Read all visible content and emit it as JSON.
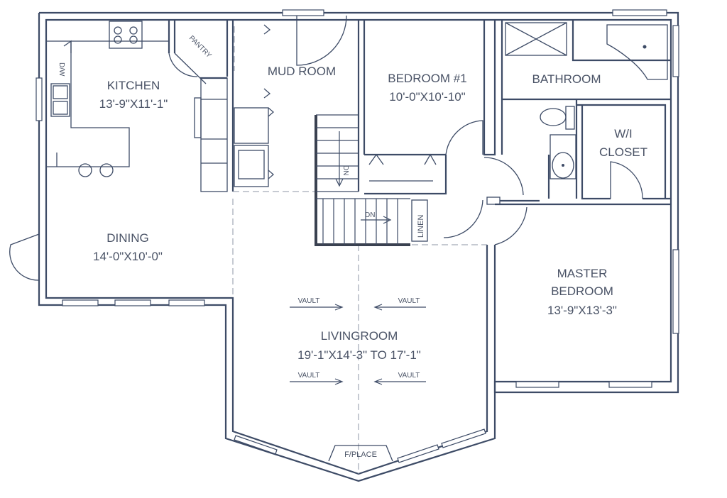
{
  "plan": {
    "rooms": {
      "kitchen": {
        "name": "KITCHEN",
        "dims": "13'-9\"X11'-1\""
      },
      "pantry": {
        "name": "PANTRY"
      },
      "mud_room": {
        "name": "MUD ROOM"
      },
      "bedroom1": {
        "name": "BEDROOM #1",
        "dims": "10'-0\"X10'-10\""
      },
      "bathroom": {
        "name": "BATHROOM"
      },
      "wi_closet": {
        "line1": "W/I",
        "line2": "CLOSET"
      },
      "dining": {
        "name": "DINING",
        "dims": "14'-0\"X10'-0\""
      },
      "master": {
        "line1": "MASTER",
        "line2": "BEDROOM",
        "dims": "13'-9\"X13'-3\""
      },
      "living": {
        "name": "LIVINGROOM",
        "dims": "19'-1\"X14'-3\"  TO 17'-1\""
      }
    },
    "labels": {
      "dw": "D/W",
      "linen": "LINEN",
      "stair_dn1": "DN",
      "stair_dn2": "DN",
      "fireplace": "F/PLACE",
      "vault": "VAULT"
    },
    "colors": {
      "line": "#3d4b66",
      "dashed": "#8d94a6",
      "text": "#4a5366"
    }
  }
}
